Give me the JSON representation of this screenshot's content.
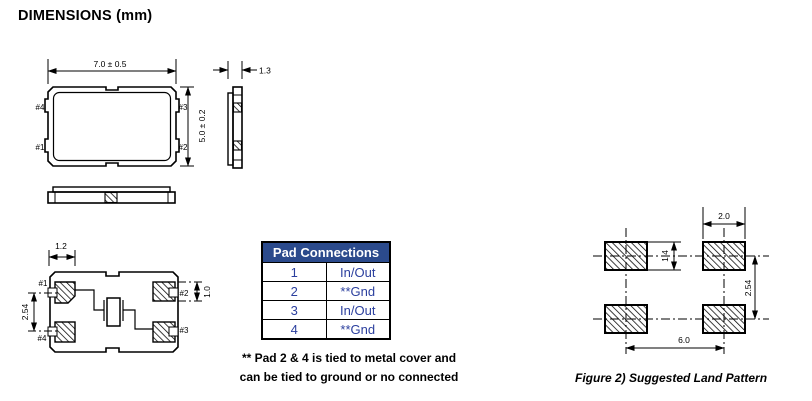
{
  "title": "DIMENSIONS (mm)",
  "top_view": {
    "width_dim": "7.0 ± 0.5",
    "height_dim": "5.0 ± 0.2",
    "pad1": "#1",
    "pad2": "#2",
    "pad3": "#3",
    "pad4": "#4"
  },
  "side_view": {
    "thickness_dim": "1.3"
  },
  "bottom_view": {
    "pad_width_dim": "1.2",
    "pad_pitch_dim": "2.54",
    "pad_height_dim": "1.0",
    "pad1": "#1",
    "pad2": "#2",
    "pad3": "#3",
    "pad4": "#4"
  },
  "pad_table": {
    "header": "Pad Connections",
    "rows": [
      {
        "pad": "1",
        "connection": "In/Out"
      },
      {
        "pad": "2",
        "connection": "**Gnd"
      },
      {
        "pad": "3",
        "connection": "In/Out"
      },
      {
        "pad": "4",
        "connection": "**Gnd"
      }
    ]
  },
  "note": {
    "line1": "** Pad 2 & 4 is tied to metal cover and",
    "line2": "can be tied to ground or no connected"
  },
  "land_pattern": {
    "caption": "Figure 2) Suggested Land Pattern",
    "pad_width_dim": "2.0",
    "pad_height_dim": "1.4",
    "row_pitch_dim": "2.54",
    "col_pitch_dim": "6.0"
  },
  "colors": {
    "table_header_bg": "#2b4a8c",
    "table_text": "#2b3f9e",
    "line": "#000000"
  }
}
